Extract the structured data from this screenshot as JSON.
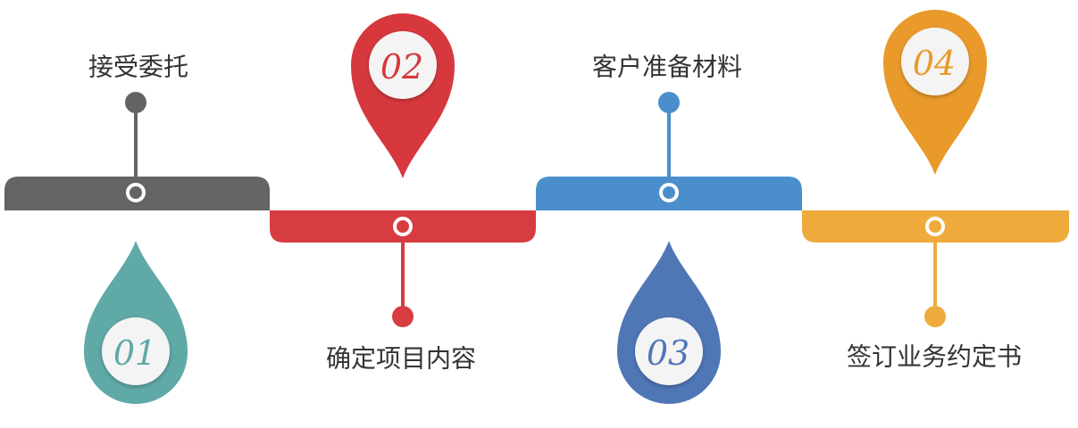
{
  "steps": [
    {
      "number": "01",
      "label": "接受委托",
      "bar_color": "#646464",
      "badge_color": "#5fa9a6",
      "number_color": "#5fa9a6"
    },
    {
      "number": "02",
      "label": "确定项目内容",
      "bar_color": "#d63c40",
      "badge_color": "#d6383d",
      "number_color": "#d6383d"
    },
    {
      "number": "03",
      "label": "客户准备材料",
      "bar_color": "#4a8fcc",
      "badge_color": "#4f77b6",
      "number_color": "#4f77b6"
    },
    {
      "number": "04",
      "label": "签订业务约定书",
      "bar_color": "#eeab3c",
      "badge_color": "#e99a2b",
      "number_color": "#e99a2b"
    }
  ],
  "inner_circle_color": "#f4f4f4",
  "marker_ring_color": "#ffffff"
}
